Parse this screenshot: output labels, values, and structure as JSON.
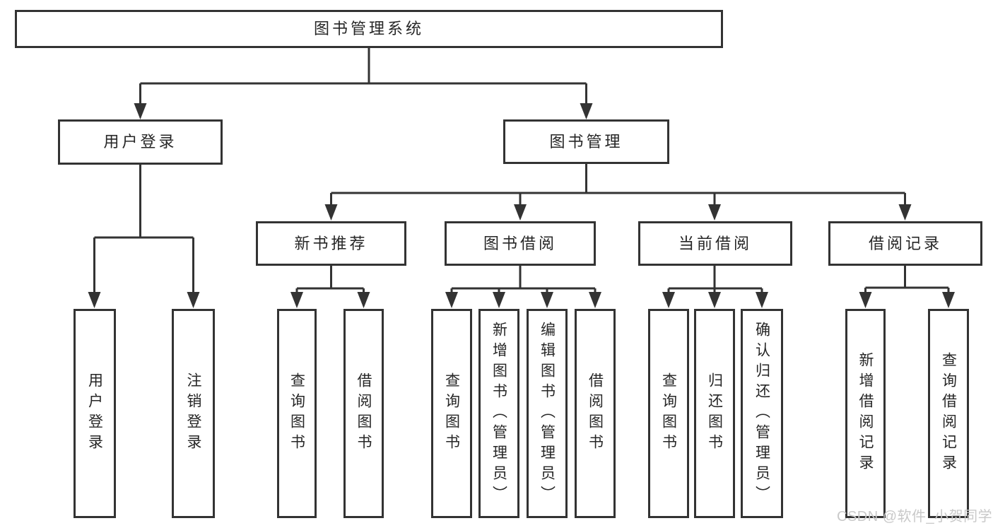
{
  "tree": {
    "label": "图书管理系统",
    "children": [
      {
        "label": "用户登录",
        "children": [
          {
            "label": "用户登录"
          },
          {
            "label": "注销登录"
          }
        ]
      },
      {
        "label": "图书管理",
        "children": [
          {
            "label": "新书推荐",
            "children": [
              {
                "label": "查询图书"
              },
              {
                "label": "借阅图书"
              }
            ]
          },
          {
            "label": "图书借阅",
            "children": [
              {
                "label": "查询图书"
              },
              {
                "label": "新增图书（管理员）"
              },
              {
                "label": "编辑图书（管理员）"
              },
              {
                "label": "借阅图书"
              }
            ]
          },
          {
            "label": "当前借阅",
            "children": [
              {
                "label": "查询图书"
              },
              {
                "label": "归还图书"
              },
              {
                "label": "确认归还（管理员）"
              }
            ]
          },
          {
            "label": "借阅记录",
            "children": [
              {
                "label": "新增借阅记录"
              },
              {
                "label": "查询借阅记录"
              }
            ]
          }
        ]
      }
    ]
  },
  "watermark": {
    "text": "CSDN @软件_小贺同学"
  },
  "colors": {
    "line": "#333333",
    "box_fill": "#ffffff",
    "text": "#262626",
    "watermark": "#c9c9c9"
  }
}
